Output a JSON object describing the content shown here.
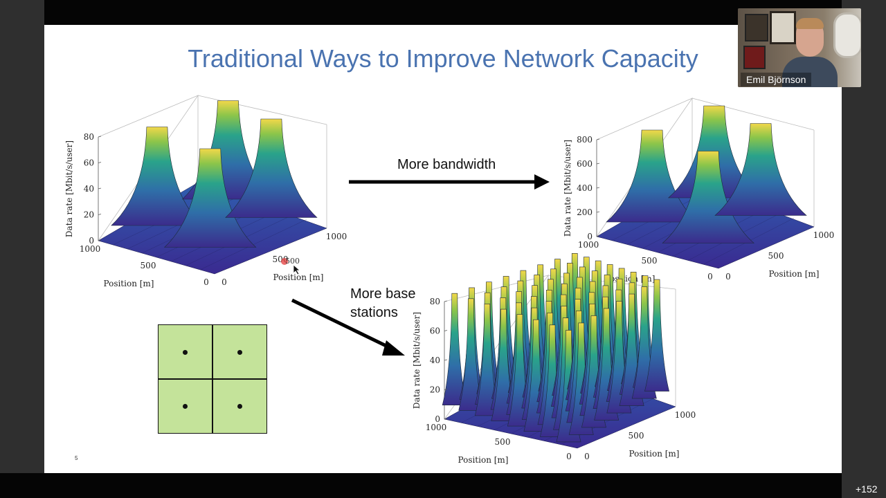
{
  "slide": {
    "title": "Traditional Ways to Improve Network Capacity",
    "slide_number": "5",
    "arrow1_label": "More bandwidth",
    "arrow2_label_line1": "More base",
    "arrow2_label_line2": "stations"
  },
  "chart_data": [
    {
      "type": "surface",
      "name": "baseline",
      "zlabel": "Data rate [Mbit/s/user]",
      "xlabel": "Position [m]",
      "ylabel": "Position [m]",
      "z_ticks": [
        "0",
        "20",
        "40",
        "60",
        "80"
      ],
      "x_ticks": [
        "1000",
        "500",
        "0"
      ],
      "y_ticks": [
        "0",
        "500",
        "1000"
      ],
      "zlim": [
        0,
        80
      ],
      "peaks": 4
    },
    {
      "type": "surface",
      "name": "more-bandwidth",
      "zlabel": "Data rate [Mbit/s/user]",
      "xlabel": "Position [m]",
      "ylabel": "Position [m]",
      "z_ticks": [
        "0",
        "200",
        "400",
        "600",
        "800"
      ],
      "x_ticks": [
        "1000",
        "500",
        "0"
      ],
      "y_ticks": [
        "0",
        "500",
        "1000"
      ],
      "zlim": [
        0,
        800
      ],
      "peaks": 4
    },
    {
      "type": "surface",
      "name": "more-base-stations",
      "zlabel": "Data rate [Mbit/s/user]",
      "xlabel": "Position [m]",
      "ylabel": "Position [m]",
      "z_ticks": [
        "0",
        "20",
        "40",
        "60",
        "80"
      ],
      "x_ticks": [
        "1000",
        "500",
        "0"
      ],
      "y_ticks": [
        "0",
        "500",
        "1000"
      ],
      "zlim": [
        0,
        80
      ],
      "peaks": 64
    }
  ],
  "cursor_label": "500",
  "video": {
    "participant_name": "Emil Björnson"
  },
  "participants_overflow": "+152",
  "colors": {
    "title": "#4a73b0",
    "cell_fill": "#c4e39a",
    "peak": "#f2d84a",
    "base": "#3b2c8c"
  }
}
